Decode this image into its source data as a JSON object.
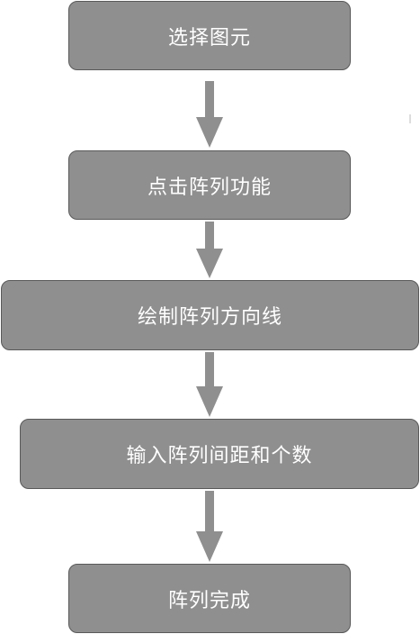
{
  "flowchart": {
    "steps": [
      {
        "label": "选择图元"
      },
      {
        "label": "点击阵列功能"
      },
      {
        "label": "绘制阵列方向线"
      },
      {
        "label": "输入阵列间距和个数"
      },
      {
        "label": "阵列完成"
      }
    ]
  },
  "colors": {
    "box_fill": "#8f8f8f",
    "box_border": "#595959",
    "arrow": "#8f8f8f",
    "text": "#ffffff",
    "background": "#ffffff"
  }
}
